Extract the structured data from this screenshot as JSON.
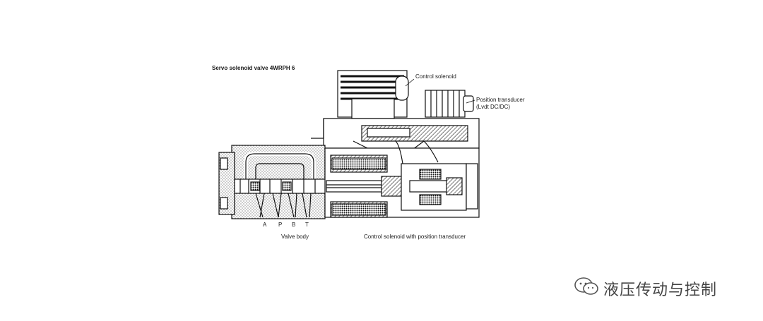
{
  "diagram": {
    "title": "Servo solenoid valve 4WRPH 6",
    "labels": {
      "control_solenoid": "Control solenoid",
      "position_transducer": "Position transducer",
      "position_transducer_spec": "(Lvdt DC/DC)",
      "valve_body": "Valve body",
      "control_solenoid_with_transducer": "Control solenoid with position transducer"
    },
    "ports": [
      "A",
      "P",
      "B",
      "T"
    ]
  },
  "watermark": {
    "text": "液压传动与控制",
    "icon": "wechat-icon"
  }
}
